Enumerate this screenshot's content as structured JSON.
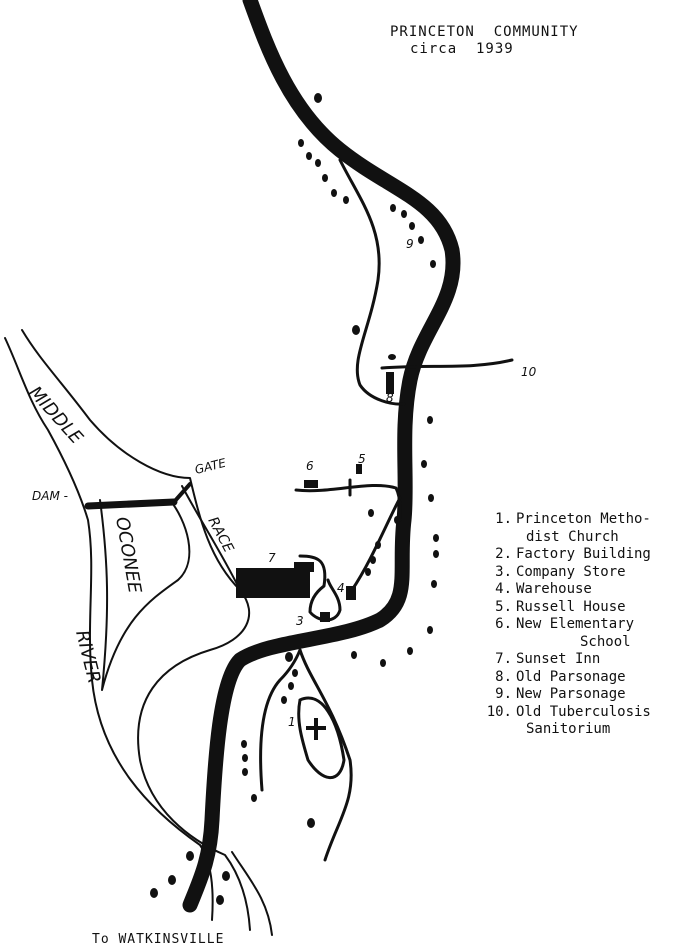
{
  "title": {
    "line1": "PRINCETON  COMMUNITY",
    "line2": "circa  1939"
  },
  "labels": {
    "to_town": "To WATKINSVILLE",
    "dam": "DAM -",
    "gate": "GATE",
    "race": "RACE",
    "river_middle": "MIDDLE",
    "river_oconee": "OCONEE",
    "river_river": "RIVER"
  },
  "map_numbers": [
    "1",
    "3",
    "4",
    "5",
    "6",
    "7",
    "8",
    "9",
    "10"
  ],
  "legend": [
    {
      "num": "1.",
      "lines": [
        "Princeton Metho-",
        "dist Church"
      ]
    },
    {
      "num": "2.",
      "lines": [
        "Factory Building"
      ]
    },
    {
      "num": "3.",
      "lines": [
        "Company Store"
      ]
    },
    {
      "num": "4.",
      "lines": [
        "Warehouse"
      ]
    },
    {
      "num": "5.",
      "lines": [
        "Russell House"
      ]
    },
    {
      "num": "6.",
      "lines": [
        "New Elementary",
        "School"
      ]
    },
    {
      "num": "7.",
      "lines": [
        "Sunset Inn"
      ]
    },
    {
      "num": "8.",
      "lines": [
        "Old Parsonage"
      ]
    },
    {
      "num": "9.",
      "lines": [
        "New Parsonage"
      ]
    },
    {
      "num": "10.",
      "lines": [
        "Old Tuberculosis",
        "Sanitorium"
      ]
    }
  ],
  "colors": {
    "ink": "#111111",
    "paper": "#ffffff"
  }
}
